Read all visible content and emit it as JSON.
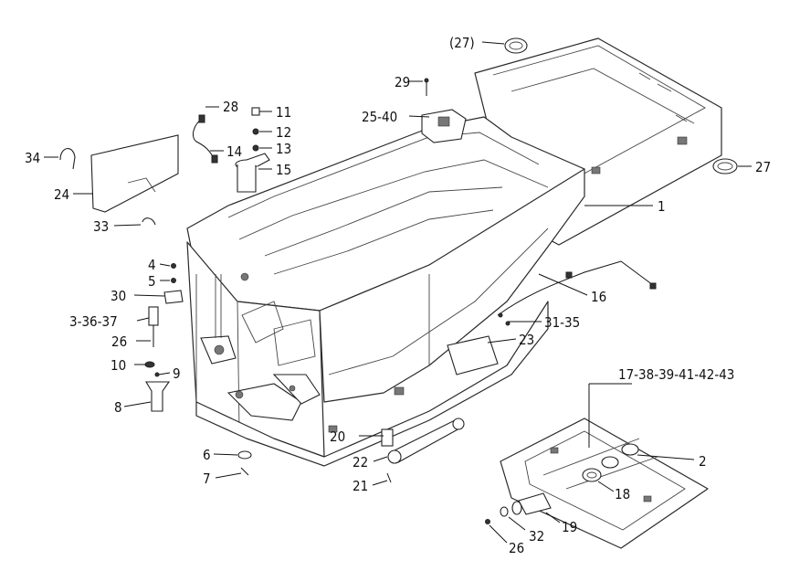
{
  "callouts": {
    "c27a": "(27)",
    "c27b": "27",
    "c29": "29",
    "c2540": "25-40",
    "c1": "1",
    "c28": "28",
    "c11": "11",
    "c12": "12",
    "c13": "13",
    "c14": "14",
    "c15": "15",
    "c34": "34",
    "c24": "24",
    "c33": "33",
    "c4": "4",
    "c5": "5",
    "c30": "30",
    "c33637": "3-36-37",
    "c26a": "26",
    "c10": "10",
    "c9": "9",
    "c8": "8",
    "c6": "6",
    "c7": "7",
    "c16": "16",
    "c3135": "31-35",
    "c23": "23",
    "c1738": "17-38-39-41-42-43",
    "c2": "2",
    "c20": "20",
    "c22": "22",
    "c21": "21",
    "c18": "18",
    "c19": "19",
    "c32": "32",
    "c26b": "26"
  }
}
